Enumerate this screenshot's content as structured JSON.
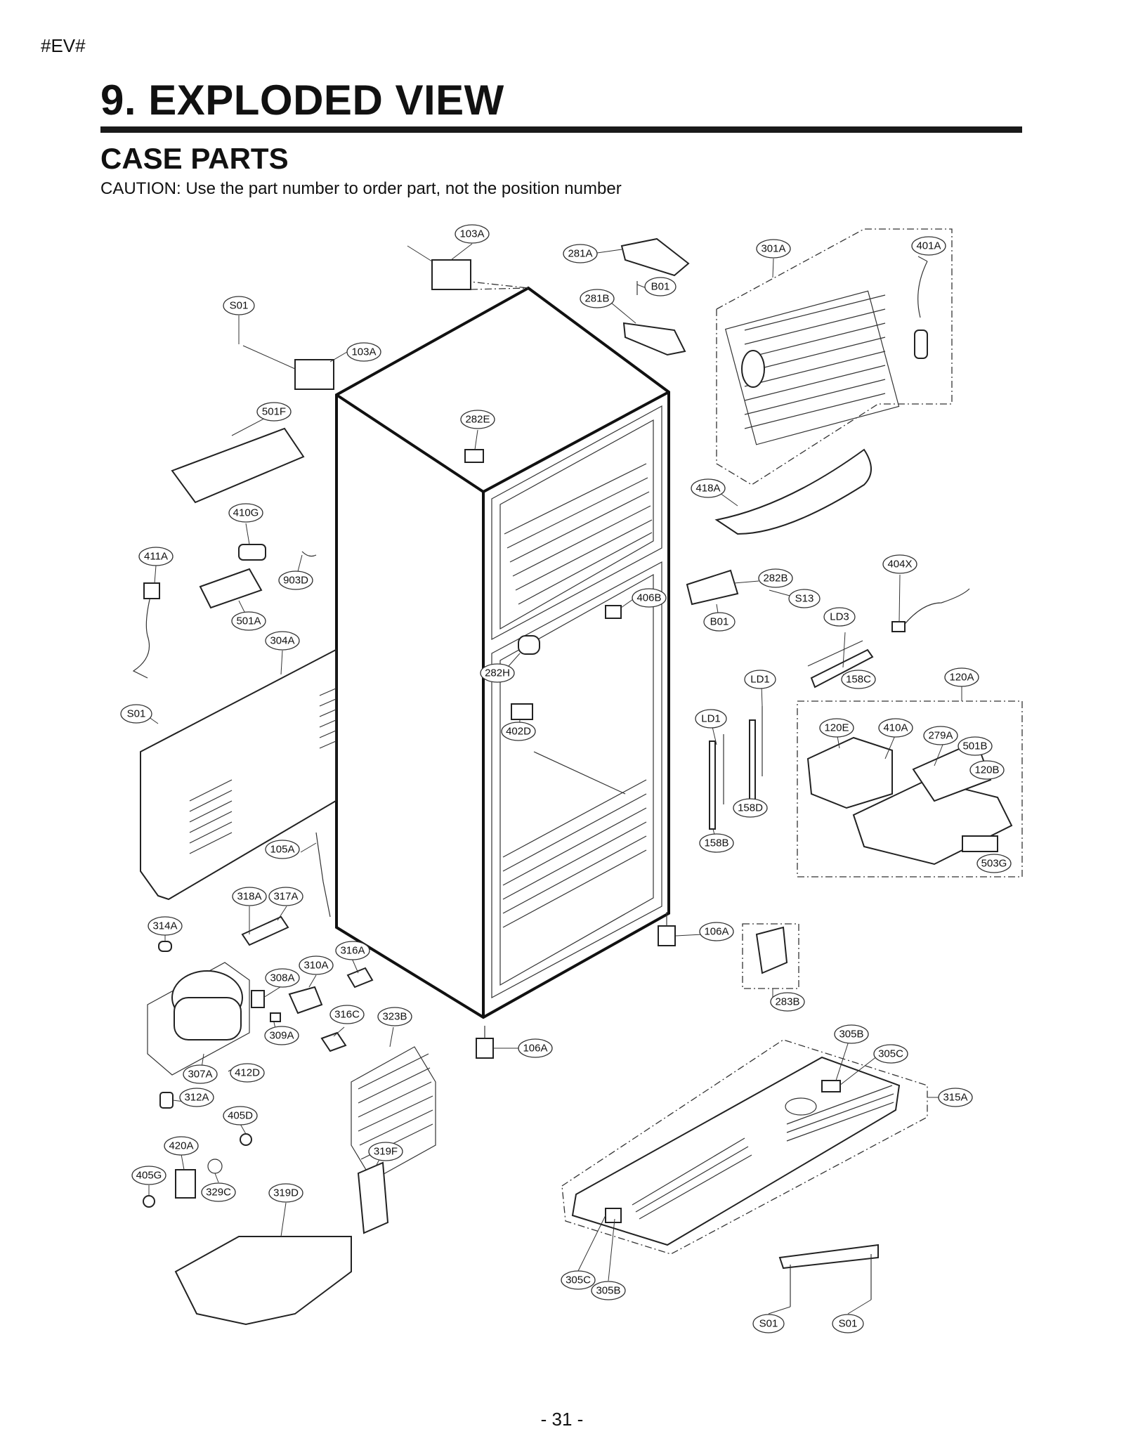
{
  "page": {
    "tag": "#EV#",
    "title": "9. EXPLODED VIEW",
    "subtitle": "CASE PARTS",
    "caution": "CAUTION: Use the part number to order part, not the position number",
    "page_number": "- 31 -"
  },
  "callouts": {
    "c103a_top": "103A",
    "c281a": "281A",
    "c301a": "301A",
    "c401a": "401A",
    "cb01_top": "B01",
    "cs01_top": "S01",
    "c281b": "281B",
    "c103a_mid": "103A",
    "c501f": "501F",
    "c282e": "282E",
    "c418a": "418A",
    "c410g": "410G",
    "c411a": "411A",
    "c903d": "903D",
    "c404x": "404X",
    "c282b": "282B",
    "c406b": "406B",
    "cs13": "S13",
    "c501a": "501A",
    "cb01_mid": "B01",
    "cld3": "LD3",
    "c304a": "304A",
    "c282h": "282H",
    "cld1_a": "LD1",
    "c158c": "158C",
    "c120a": "120A",
    "cs01_left": "S01",
    "cld1_b": "LD1",
    "c402d": "402D",
    "c120e": "120E",
    "c410a": "410A",
    "c279a": "279A",
    "c501b": "501B",
    "c120b": "120B",
    "c158d": "158D",
    "c105a": "105A",
    "c158b": "158B",
    "c503g": "503G",
    "c318a": "318A",
    "c317a": "317A",
    "c314a": "314A",
    "c106a_right": "106A",
    "c316a": "316A",
    "c310a": "310A",
    "c308a": "308A",
    "c283b": "283B",
    "c316c": "316C",
    "c323b": "323B",
    "c309a": "309A",
    "c106a_bottom": "106A",
    "c305b_top": "305B",
    "c305c_top": "305C",
    "c307a": "307A",
    "c412d": "412D",
    "c315a": "315A",
    "c312a": "312A",
    "c405d": "405D",
    "c420a": "420A",
    "c319f": "319F",
    "c405g": "405G",
    "c329c": "329C",
    "c319d": "319D",
    "c305c_bottom": "305C",
    "c305b_bottom": "305B",
    "cs01_b1": "S01",
    "cs01_b2": "S01"
  }
}
